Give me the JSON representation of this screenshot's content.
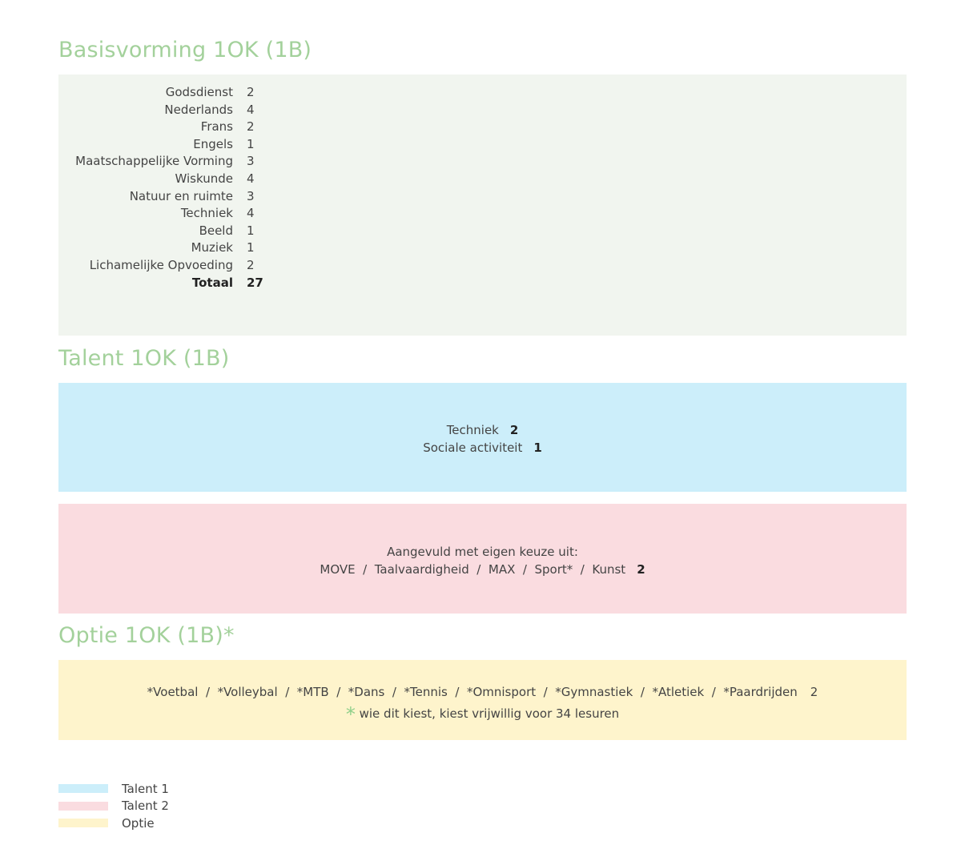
{
  "basisvorming": {
    "title": "Basisvorming 1OK (1B)",
    "color": "#f1f5ef",
    "subjects": [
      {
        "name": "Godsdienst",
        "hours": "2"
      },
      {
        "name": "Nederlands",
        "hours": "4"
      },
      {
        "name": "Frans",
        "hours": "2"
      },
      {
        "name": "Engels",
        "hours": "1"
      },
      {
        "name": "Maatschappelijke Vorming",
        "hours": "3"
      },
      {
        "name": "Wiskunde",
        "hours": "4"
      },
      {
        "name": "Natuur en ruimte",
        "hours": "3"
      },
      {
        "name": "Techniek",
        "hours": "4"
      },
      {
        "name": "Beeld",
        "hours": "1"
      },
      {
        "name": "Muziek",
        "hours": "1"
      },
      {
        "name": "Lichamelijke Opvoeding",
        "hours": "2"
      }
    ],
    "total": {
      "label": "Totaal",
      "hours": "27"
    }
  },
  "talent": {
    "title": "Talent 1OK (1B)",
    "talent1": {
      "color": "#cceefa",
      "items": [
        {
          "name": "Techniek",
          "hours": "2"
        },
        {
          "name": "Sociale activiteit",
          "hours": "1"
        }
      ]
    },
    "talent2": {
      "color": "#fadce0",
      "intro": "Aangevuld met eigen keuze uit:",
      "choices": "MOVE  /  Taalvaardigheid  /  MAX  /  Sport*  /  Kunst",
      "hours": "2"
    }
  },
  "optie": {
    "title": "Optie 1OK (1B)*",
    "color": "#fef4cc",
    "choices": "*Voetbal  /  *Volleybal  /  *MTB  /  *Dans  /  *Tennis  /  *Omnisport  /  *Gymnastiek  /  *Atletiek  /  *Paardrijden",
    "hours": "2",
    "note_asterisk": "*",
    "note": "wie dit kiest, kiest vrijwillig voor 34 lesuren"
  },
  "legend": [
    {
      "label": "Talent 1",
      "color": "#cceefa"
    },
    {
      "label": "Talent 2",
      "color": "#fadce0"
    },
    {
      "label": "Optie",
      "color": "#fef4cc"
    }
  ],
  "heading_color": "#a3d19b"
}
